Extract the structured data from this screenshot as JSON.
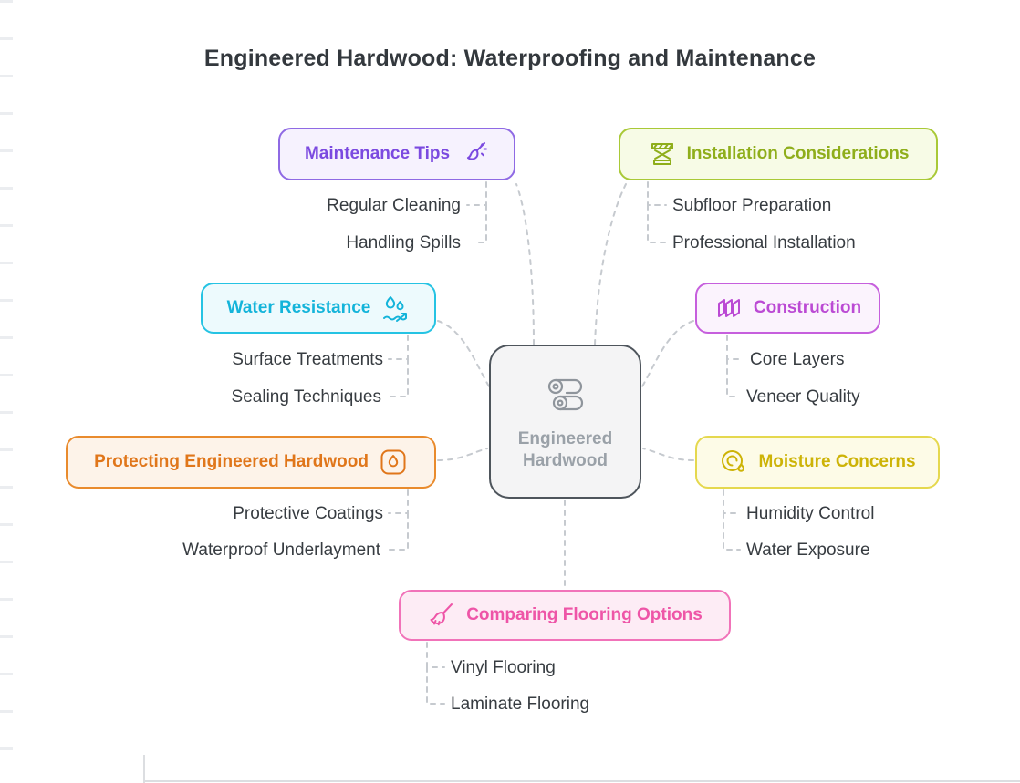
{
  "title": "Engineered Hardwood: Waterproofing and Maintenance",
  "center": {
    "label": "Engineered Hardwood",
    "icon": "logs-icon",
    "border_color": "#4e555c",
    "bg_color": "#f4f4f5",
    "text_color": "#9aa1a8"
  },
  "connector_color": "#c6cacf",
  "branches": [
    {
      "label": "Maintenance Tips",
      "icon": "paintbrush-icon",
      "icon_side": "right",
      "text": "#7b4ae0",
      "border": "#8f6ae4",
      "bg": "#f6f2fe",
      "children": [
        "Regular Cleaning",
        "Handling Spills"
      ]
    },
    {
      "label": "Installation Considerations",
      "icon": "scissor-lift-icon",
      "icon_side": "left",
      "text": "#8fae1b",
      "border": "#a9c937",
      "bg": "#f7fbe6",
      "children": [
        "Subfloor Preparation",
        "Professional Installation"
      ]
    },
    {
      "label": "Water Resistance",
      "icon": "water-drops-icon",
      "icon_side": "right",
      "text": "#14b4da",
      "border": "#25c3e3",
      "bg": "#edfafd",
      "children": [
        "Surface Treatments",
        "Sealing Techniques"
      ]
    },
    {
      "label": "Construction",
      "icon": "layered-boards-icon",
      "icon_side": "left",
      "text": "#bb4ad4",
      "border": "#c65fdd",
      "bg": "#fbf3fd",
      "children": [
        "Core Layers",
        "Veneer Quality"
      ]
    },
    {
      "label": "Protecting Engineered Hardwood",
      "icon": "droplet-badge-icon",
      "icon_side": "right",
      "text": "#e0761a",
      "border": "#e98b2d",
      "bg": "#fdf3e9",
      "children": [
        "Protective Coatings",
        "Waterproof Underlayment"
      ]
    },
    {
      "label": "Moisture Concerns",
      "icon": "humidity-gauge-icon",
      "icon_side": "left",
      "text": "#cdb307",
      "border": "#e5d84e",
      "bg": "#fdfbe7",
      "children": [
        "Humidity Control",
        "Water Exposure"
      ]
    },
    {
      "label": "Comparing Flooring Options",
      "icon": "broom-icon",
      "icon_side": "left",
      "text": "#ee55a7",
      "border": "#f173b9",
      "bg": "#fdecf5",
      "children": [
        "Vinyl Flooring",
        "Laminate Flooring"
      ]
    }
  ]
}
